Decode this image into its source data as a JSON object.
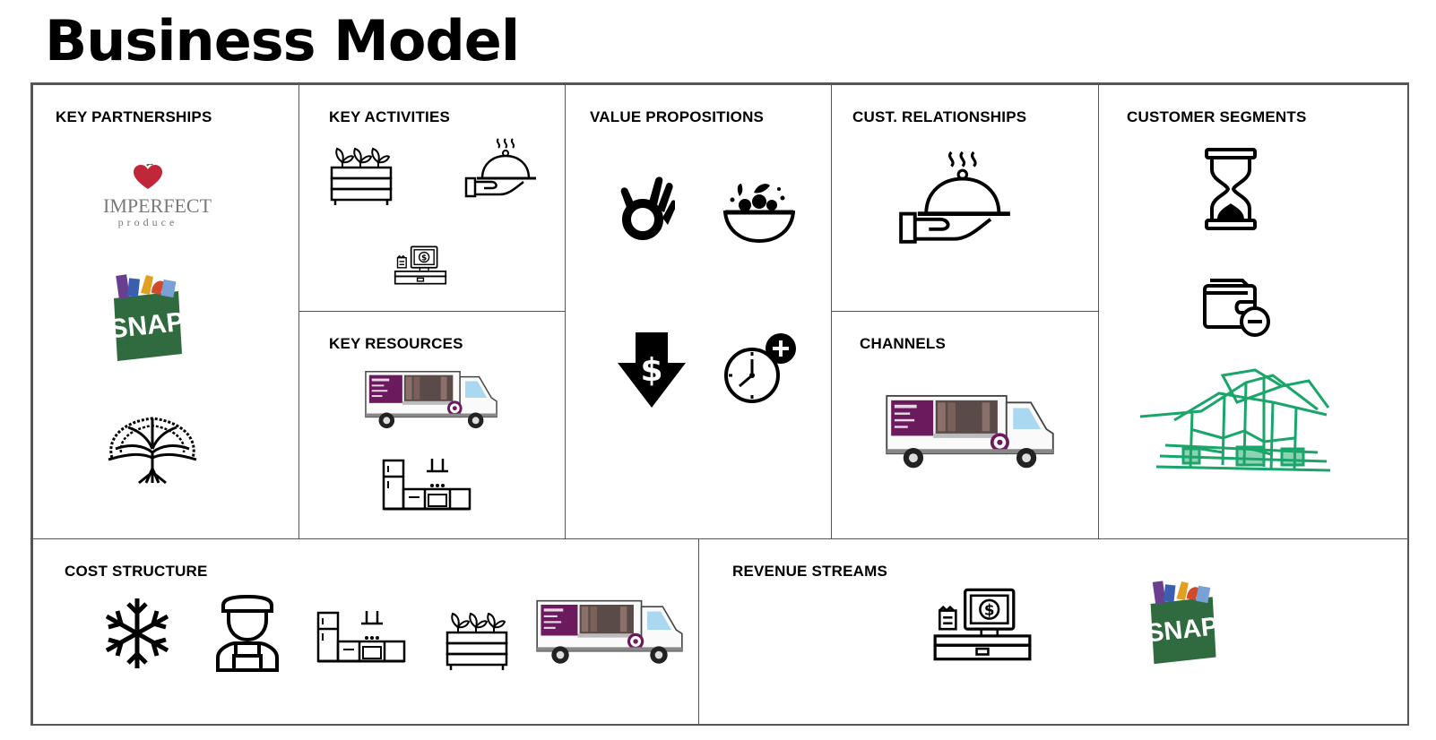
{
  "page": {
    "title": "Business Model"
  },
  "sections": {
    "key_partnerships": "KEY PARTNERSHIPS",
    "key_activities": "KEY ACTIVITIES",
    "key_resources": "KEY RESOURCES",
    "value_propositions": "VALUE PROPOSITIONS",
    "cust_relationships": "CUST.  RELATIONSHIPS",
    "channels": "CHANNELS",
    "customer_segments": "CUSTOMER SEGMENTS",
    "cost_structure": "COST STRUCTURE",
    "revenue_streams": "REVENUE STREAMS"
  },
  "logos": {
    "imperfect_line1": "IMPERFECT",
    "imperfect_line2": "produce",
    "snap": "SNAP"
  },
  "icons": [
    "heart-icon",
    "snap-bag-icon",
    "oak-tree-icon",
    "planter-icon",
    "serving-cloche-icon",
    "cash-register-icon",
    "food-truck-icon",
    "kitchen-icon",
    "ok-hand-icon",
    "salad-bowl-icon",
    "price-down-icon",
    "time-add-icon",
    "hourglass-icon",
    "wallet-minus-icon",
    "port-cranes-icon",
    "snowflake-icon",
    "chef-icon"
  ],
  "colors": {
    "border": "#555555",
    "snap_green": "#2f6b3e",
    "truck_purple": "#6b1a5e",
    "crane_green": "#1aa56a",
    "heart_red": "#c0283a"
  }
}
